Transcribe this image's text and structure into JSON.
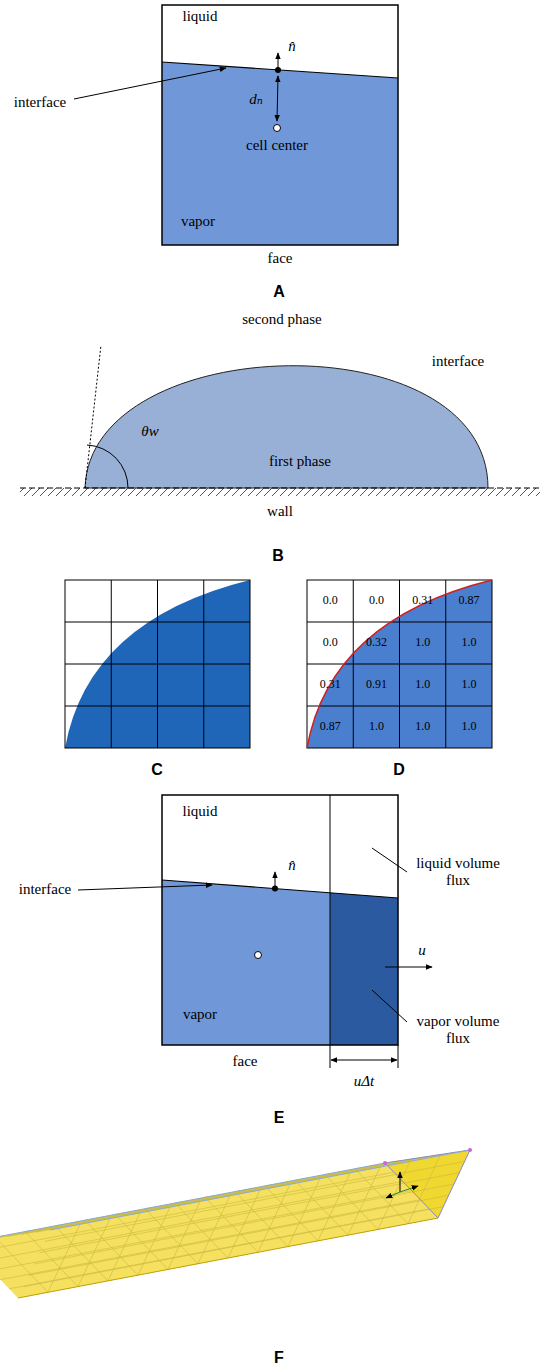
{
  "diagram": {
    "labels": [
      "liquid",
      "interface",
      "n̂",
      "dₙ",
      "cell center",
      "vapor",
      "face",
      "A",
      "second phase",
      "interface",
      "θw",
      "first phase",
      "wall",
      "B",
      "C",
      "0.0",
      "0.0",
      "0.31",
      "0.87",
      "0.0",
      "0.32",
      "1.0",
      "1.0",
      "0.31",
      "0.91",
      "1.0",
      "1.0",
      "0.87",
      "1.0",
      "1.0",
      "1.0",
      "D",
      "liquid",
      "interface",
      "n̂",
      "liquid volume flux",
      "u",
      "vapor volume flux",
      "vapor",
      "face",
      "uΔt",
      "E",
      "F"
    ]
  }
}
